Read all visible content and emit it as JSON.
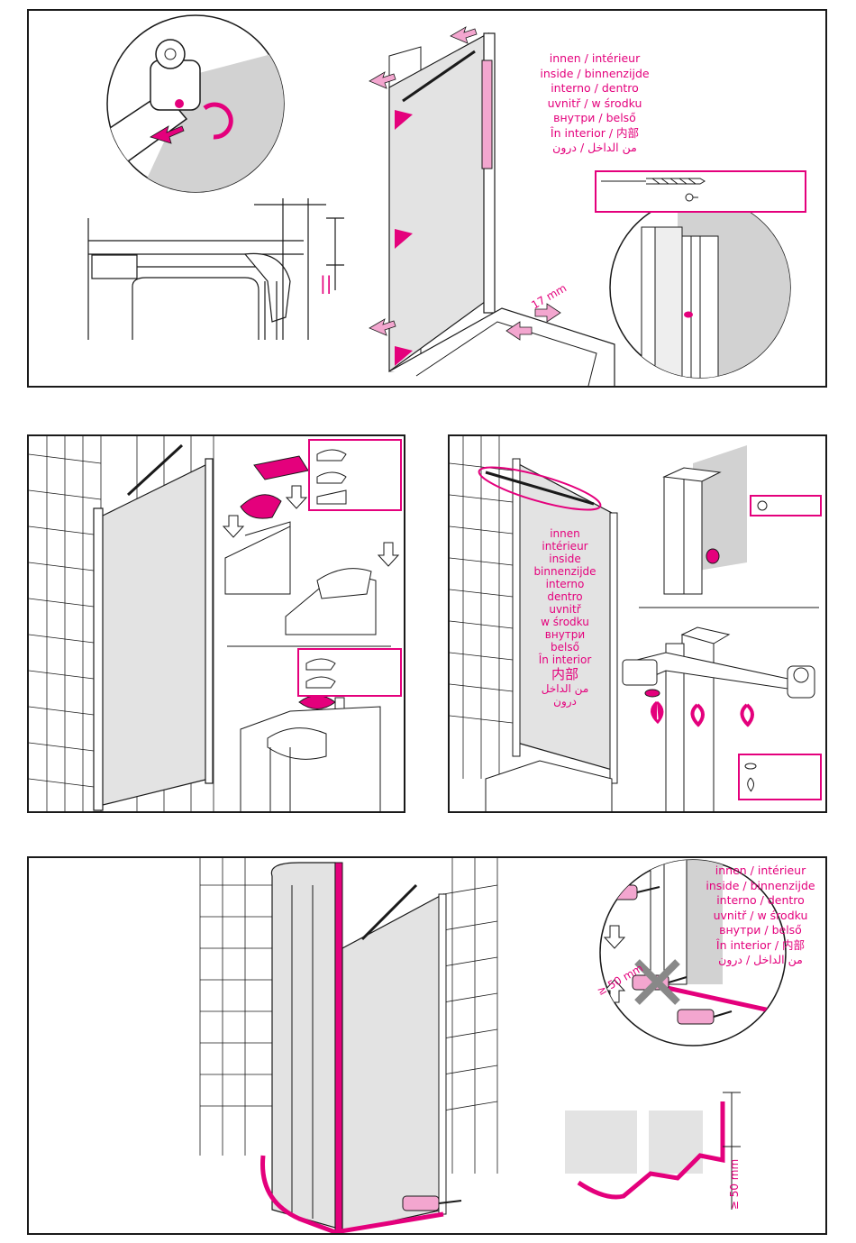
{
  "colors": {
    "accent": "#e4007c",
    "frame": "#1a1a1a",
    "glass": "#e3e3e3",
    "wall": "#d2d2d2"
  },
  "icons": [
    "double-arrow-icon",
    "rotate-arrow-icon",
    "down-arrow-icon",
    "screw-icon",
    "dowel-icon",
    "drill-bit-icon",
    "cross-icon",
    "triangle-marker-icon"
  ],
  "labels": {
    "inside_multilingual": [
      "innen / intérieur",
      "inside / binnenzijde",
      "interno / dentro",
      "uvnitř / w środku",
      "внутри / belső",
      "În interior / 内部",
      "من الداخل / درون"
    ],
    "inside_stacked": [
      "innen",
      "intérieur",
      "inside",
      "binnenzijde",
      "interno",
      "dentro",
      "uvnitř",
      "w środku",
      "внутри",
      "belső",
      "În interior",
      "内部",
      "من الداخل",
      "درون"
    ],
    "gap_label": "17 mm",
    "level_symbol": "||",
    "min_distance_a": "≥ 50 mm",
    "min_distance_b": "≥ 50 mm"
  }
}
